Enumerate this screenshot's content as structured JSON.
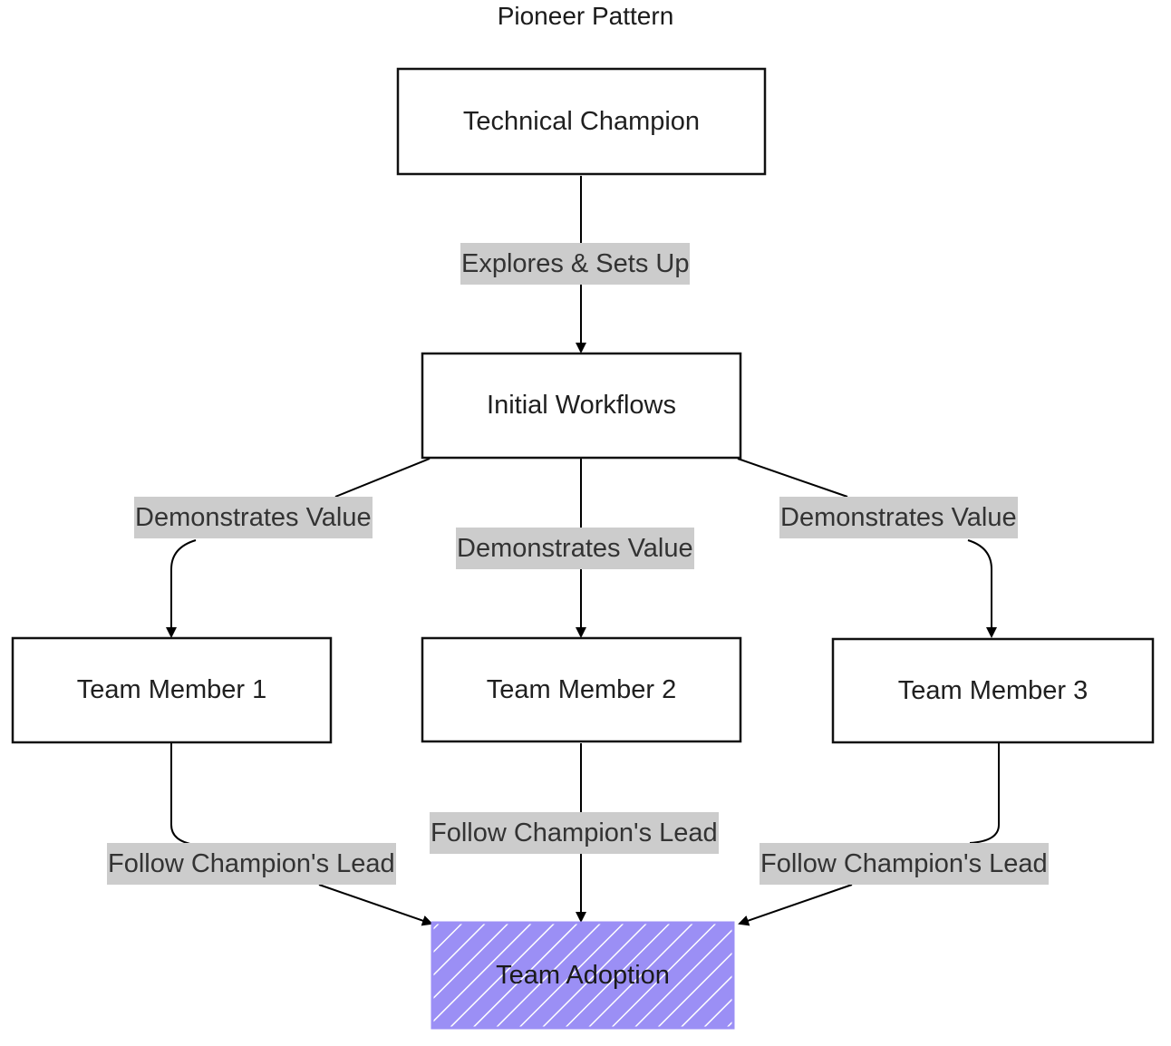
{
  "title": "Pioneer Pattern",
  "colors": {
    "node_stroke": "#111111",
    "node_fill": "#ffffff",
    "highlight_fill": "#9b8ff5",
    "edge_label_bg": "#cccccc"
  },
  "nodes": {
    "champion": "Technical Champion",
    "workflows": "Initial Workflows",
    "member1": "Team Member 1",
    "member2": "Team Member 2",
    "member3": "Team Member 3",
    "adoption": "Team Adoption"
  },
  "edges": {
    "explores": "Explores & Sets Up",
    "demo1": "Demonstrates Value",
    "demo2": "Demonstrates Value",
    "demo3": "Demonstrates Value",
    "follow1": "Follow Champion's Lead",
    "follow2": "Follow Champion's Lead",
    "follow3": "Follow Champion's Lead"
  }
}
